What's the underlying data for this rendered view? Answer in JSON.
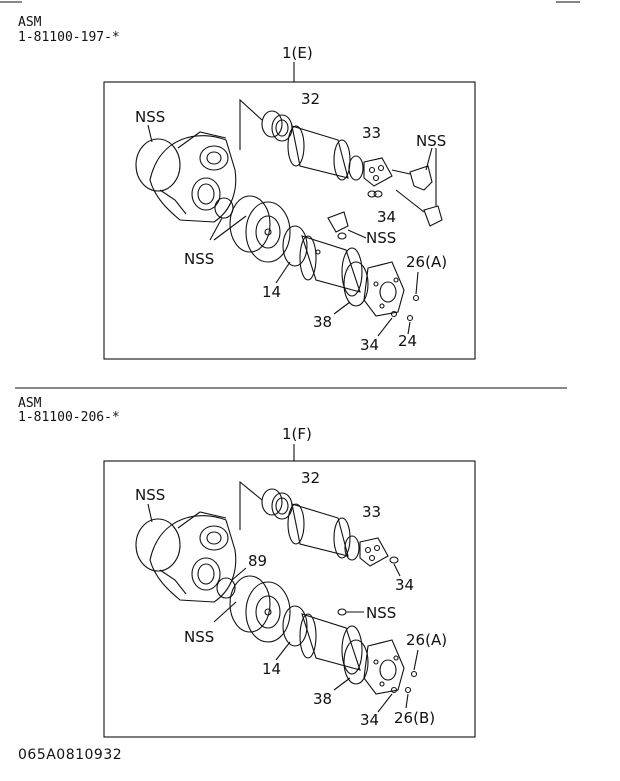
{
  "sections": [
    {
      "asm_label": "ASM",
      "asm_number": "1-81100-197-*",
      "assembly": "1(E)",
      "callouts": [
        "NSS",
        "32",
        "33",
        "NSS",
        "NSS",
        "34",
        "NSS",
        "26(A)",
        "14",
        "38",
        "34",
        "24"
      ]
    },
    {
      "asm_label": "ASM",
      "asm_number": "1-81100-206-*",
      "assembly": "1(F)",
      "callouts": [
        "NSS",
        "32",
        "33",
        "89",
        "34",
        "NSS",
        "NSS",
        "26(A)",
        "14",
        "38",
        "34",
        "26(B)"
      ]
    }
  ],
  "footer_code": "065A0810932"
}
